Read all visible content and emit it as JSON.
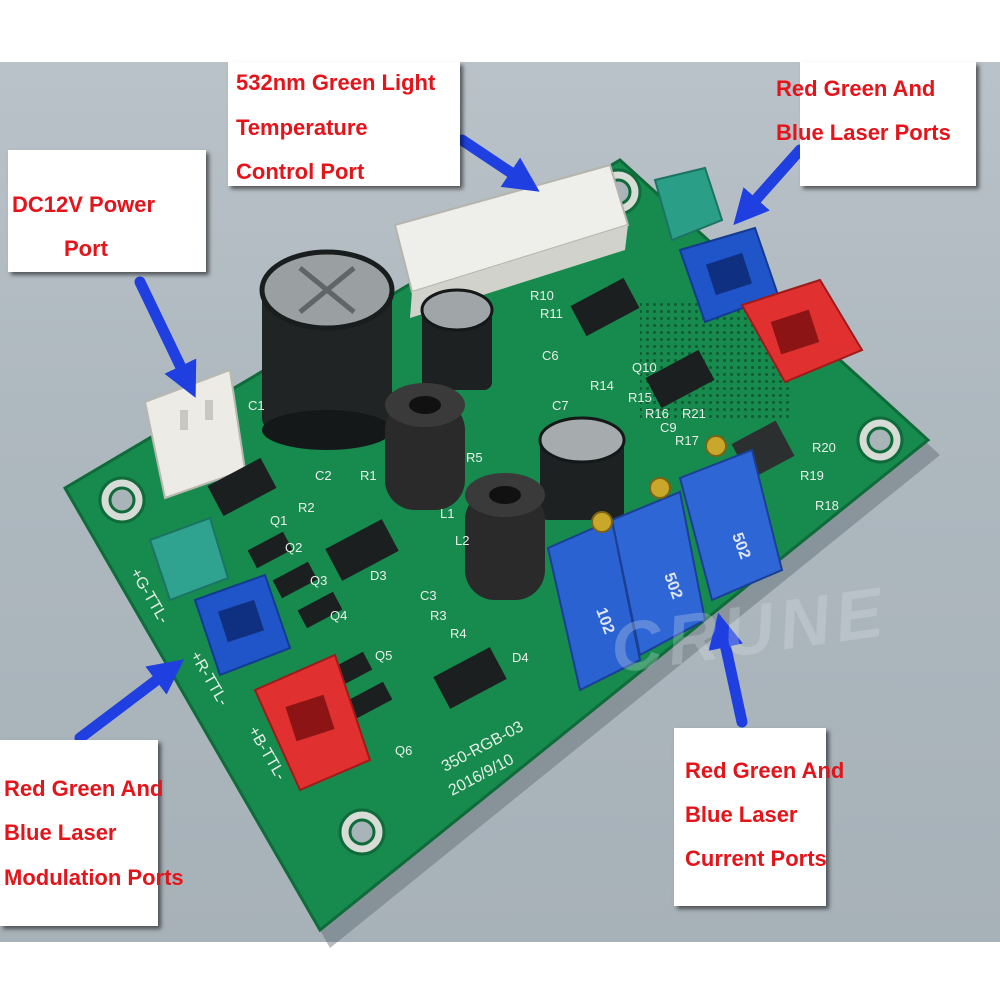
{
  "callouts": {
    "temp_port": [
      "532nm Green Light",
      "Temperature",
      "Control Port"
    ],
    "power_port": [
      "DC12V   Power",
      "Port"
    ],
    "laser_ports": [
      "Red Green And",
      "Blue Laser Ports"
    ],
    "modulation_ports": [
      "Red Green And",
      "Blue Laser",
      "Modulation Ports"
    ],
    "current_ports": [
      "Red Green And",
      "Blue Laser",
      "Current Ports"
    ]
  },
  "silkscreen": {
    "model": "350-RGB-03",
    "date": "2016/9/10",
    "g_ttl": "+G-TTL-",
    "r_ttl": "+R-TTL-",
    "b_ttl": "+B-TTL-"
  },
  "refdes": [
    "C1",
    "Q1",
    "Q2",
    "Q3",
    "Q4",
    "Q5",
    "Q6",
    "C2",
    "C3",
    "R1",
    "R2",
    "R3",
    "R4",
    "R5",
    "L1",
    "L2",
    "D3",
    "D4",
    "R10",
    "R11",
    "C6",
    "C7",
    "R14",
    "R15",
    "R16",
    "R17",
    "R18",
    "R19",
    "R20",
    "R21",
    "Q10",
    "C9"
  ],
  "pot_labels": [
    "102",
    "502",
    "502"
  ],
  "watermark": "CRUNE",
  "colors": {
    "pcb": "#1a8a50",
    "callout_text": "#e4141b",
    "arrow": "#1f3fe0",
    "connector_blue": "#1f55c8",
    "connector_red": "#e03030",
    "connector_white": "#f1f1ef"
  }
}
